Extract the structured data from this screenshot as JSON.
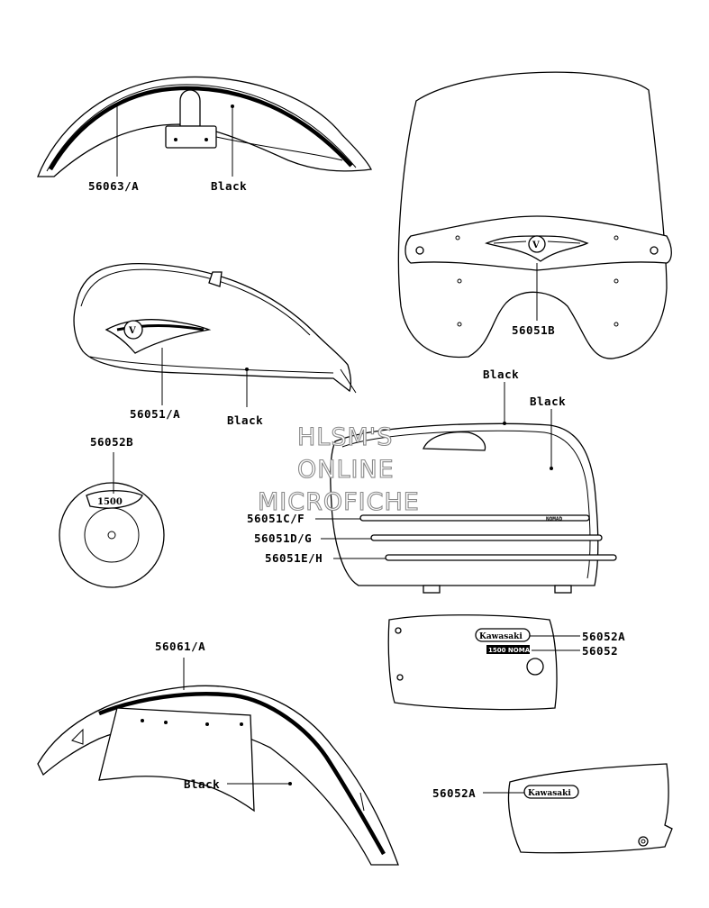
{
  "labels": {
    "front_fender_part": "56063/A",
    "front_fender_color": "Black",
    "windshield_part": "56051B",
    "tank_part": "56051/A",
    "tank_color": "Black",
    "saddlebag_color_top": "Black",
    "saddlebag_color_right": "Black",
    "cover_part": "56052B",
    "stripe_top_part": "56051C/F",
    "stripe_mid_part": "56051D/G",
    "stripe_bottom_part": "56051E/H",
    "rear_fender_part": "56061/A",
    "rear_fender_color": "Black",
    "side_cover_right_emblem": "56052A",
    "side_cover_right_badge": "56052",
    "side_cover_left_emblem": "56052A"
  },
  "emblems": {
    "nomad": "NOMAD",
    "kawasaki": "Kawasaki",
    "model": "1500",
    "badge_text": "1500 NOMAD"
  },
  "watermark": {
    "line1": "HLSM'S",
    "line2": "ONLINE",
    "line3": "MICROFICHE"
  }
}
